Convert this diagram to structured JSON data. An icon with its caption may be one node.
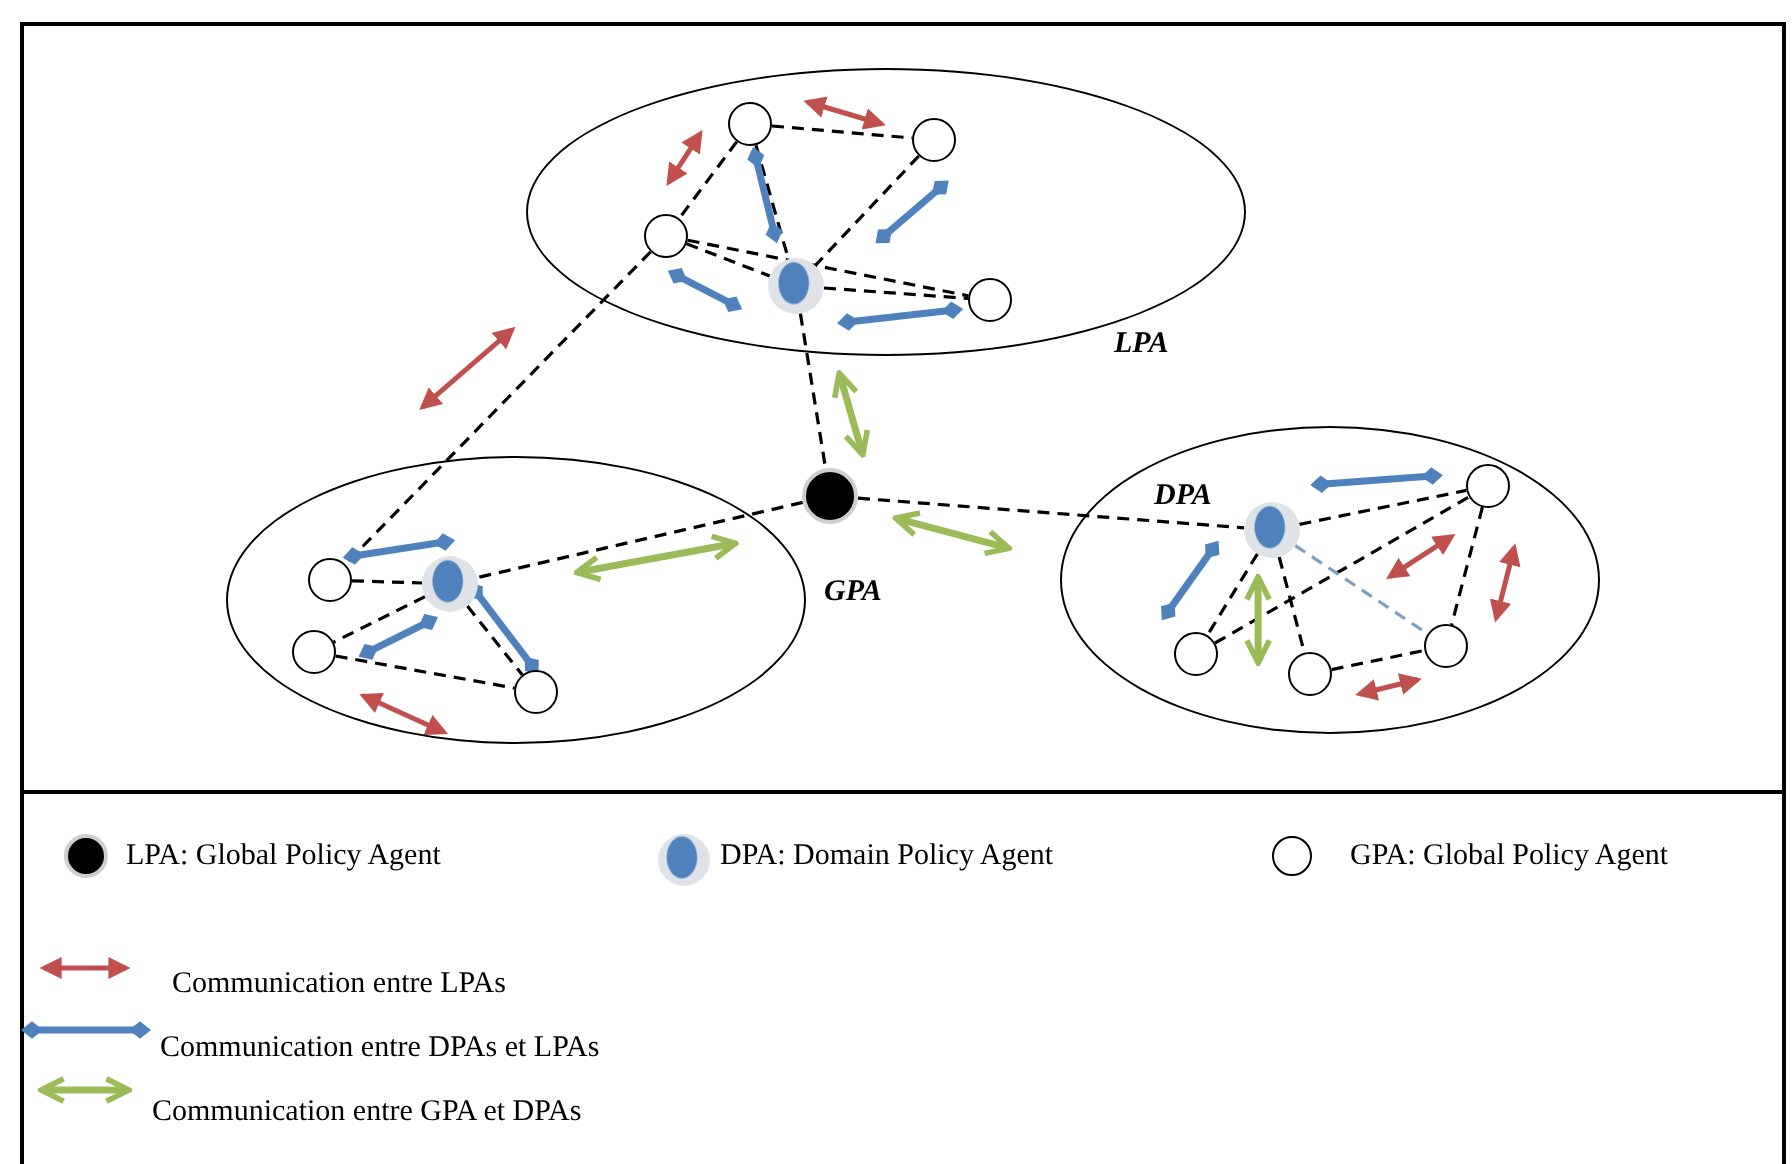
{
  "diagram": {
    "nodes": [
      {
        "text": [],
        "shape": "ellipse"
      },
      {
        "text": [],
        "shape": "circle",
        "in": 0
      },
      {
        "text": [],
        "shape": "circle",
        "in": 0
      },
      {
        "text": [],
        "shape": "circle",
        "in": 0
      },
      {
        "text": [],
        "shape": "circle",
        "in": 0
      },
      {
        "text": [],
        "shape": "circle",
        "in": 0,
        "beside": [
          "LPA"
        ]
      },
      {
        "text": [],
        "shape": "circle",
        "beside": [
          "GPA"
        ]
      },
      {
        "text": [],
        "shape": "ellipse"
      },
      {
        "text": [],
        "shape": "circle",
        "in": 7
      },
      {
        "text": [],
        "shape": "circle",
        "in": 7
      },
      {
        "text": [],
        "shape": "circle",
        "in": 7
      },
      {
        "text": [],
        "shape": "circle",
        "in": 7
      },
      {
        "text": [],
        "shape": "ellipse"
      },
      {
        "text": [],
        "shape": "circle",
        "in": 12,
        "beside": [
          "DPA"
        ]
      },
      {
        "text": [],
        "shape": "circle",
        "in": 12
      },
      {
        "text": [],
        "shape": "circle",
        "in": 12
      },
      {
        "text": [],
        "shape": "circle",
        "in": 12
      },
      {
        "text": [],
        "shape": "circle",
        "in": 12
      }
    ],
    "edges": [
      {
        "from": 1,
        "to": 2,
        "arrow": "none",
        "style": "dashed"
      },
      {
        "from": 1,
        "to": 3,
        "arrow": "none",
        "style": "dashed"
      },
      {
        "from": 1,
        "to": 4,
        "arrow": "none",
        "style": "dashed"
      },
      {
        "from": 2,
        "to": 4,
        "arrow": "none",
        "style": "dashed"
      },
      {
        "from": 3,
        "to": 4,
        "arrow": "none",
        "style": "dashed"
      },
      {
        "from": 3,
        "to": 5,
        "arrow": "none",
        "style": "dashed"
      },
      {
        "from": 4,
        "to": 5,
        "arrow": "none",
        "style": "dashed"
      },
      {
        "from": 3,
        "to": 8,
        "arrow": "none",
        "style": "dashed"
      },
      {
        "from": 4,
        "to": 6,
        "arrow": "none",
        "style": "dashed"
      },
      {
        "from": 6,
        "to": 9,
        "arrow": "none",
        "style": "dashed"
      },
      {
        "from": 6,
        "to": 13,
        "arrow": "none",
        "style": "dashed"
      },
      {
        "from": 8,
        "to": 9,
        "arrow": "none",
        "style": "dashed"
      },
      {
        "from": 9,
        "to": 10,
        "arrow": "none",
        "style": "dashed"
      },
      {
        "from": 9,
        "to": 11,
        "arrow": "none",
        "style": "dashed"
      },
      {
        "from": 10,
        "to": 11,
        "arrow": "none",
        "style": "dashed"
      },
      {
        "from": 13,
        "to": 14,
        "arrow": "none",
        "style": "dashed"
      },
      {
        "from": 13,
        "to": 15,
        "arrow": "none",
        "style": "dashed"
      },
      {
        "from": 13,
        "to": 16,
        "arrow": "none",
        "style": "dashed"
      },
      {
        "from": 15,
        "to": 14,
        "arrow": "none",
        "style": "dashed"
      },
      {
        "from": 14,
        "to": 17,
        "arrow": "none",
        "style": "dashed"
      },
      {
        "from": 16,
        "to": 17,
        "arrow": "none",
        "style": "dashed"
      },
      {
        "from": 13,
        "to": 17,
        "arrow": "none",
        "style": "dashed",
        "color": "#7f9fc0"
      },
      {
        "from": 1,
        "to": 3,
        "arrow": "both",
        "color": "#c0504d"
      },
      {
        "from": 1,
        "to": 2,
        "arrow": "both",
        "color": "#c0504d"
      },
      {
        "from": 1,
        "to": 4,
        "arrow": "other",
        "style": "thick",
        "color": "#4f81bd"
      },
      {
        "from": 2,
        "to": 4,
        "arrow": "other",
        "style": "thick",
        "color": "#4f81bd"
      },
      {
        "from": 3,
        "to": 4,
        "arrow": "other",
        "style": "thick",
        "color": "#4f81bd"
      },
      {
        "from": 4,
        "to": 5,
        "arrow": "other",
        "style": "thick",
        "color": "#4f81bd"
      },
      {
        "from": 0,
        "to": 7,
        "arrow": "both",
        "color": "#c0504d"
      },
      {
        "from": 4,
        "to": 6,
        "arrow": "both",
        "style": "thick",
        "color": "#9bbb59"
      },
      {
        "from": 6,
        "to": 9,
        "arrow": "both",
        "style": "thick",
        "color": "#9bbb59"
      },
      {
        "from": 6,
        "to": 12,
        "arrow": "both",
        "style": "thick",
        "color": "#9bbb59"
      },
      {
        "from": 8,
        "to": 9,
        "arrow": "other",
        "style": "thick",
        "color": "#4f81bd"
      },
      {
        "from": 10,
        "to": 9,
        "arrow": "other",
        "style": "thick",
        "color": "#4f81bd"
      },
      {
        "from": 9,
        "to": 11,
        "arrow": "other",
        "style": "thick",
        "color": "#4f81bd"
      },
      {
        "from": 10,
        "to": 11,
        "arrow": "both",
        "color": "#c0504d"
      },
      {
        "from": 13,
        "to": 14,
        "arrow": "other",
        "style": "thick",
        "color": "#4f81bd"
      },
      {
        "from": 13,
        "to": 15,
        "arrow": "other",
        "style": "thick",
        "color": "#4f81bd"
      },
      {
        "from": 13,
        "to": 16,
        "arrow": "both",
        "style": "thick",
        "color": "#9bbb59"
      },
      {
        "from": 17,
        "to": 14,
        "arrow": "both",
        "color": "#c0504d"
      },
      {
        "from": 14,
        "to": 17,
        "arrow": "both",
        "color": "#c0504d"
      },
      {
        "from": 16,
        "to": 17,
        "arrow": "both",
        "color": "#c0504d"
      }
    ],
    "legend": [
      {
        "text": "LPA: Global Policy Agent"
      },
      {
        "text": "DPA: Domain Policy Agent"
      },
      {
        "text": "GPA: Global Policy Agent"
      },
      {
        "text": "Communication entre LPAs"
      },
      {
        "text": "Communication entre DPAs et LPAs"
      },
      {
        "text": "Communication entre GPA et DPAs"
      }
    ]
  }
}
